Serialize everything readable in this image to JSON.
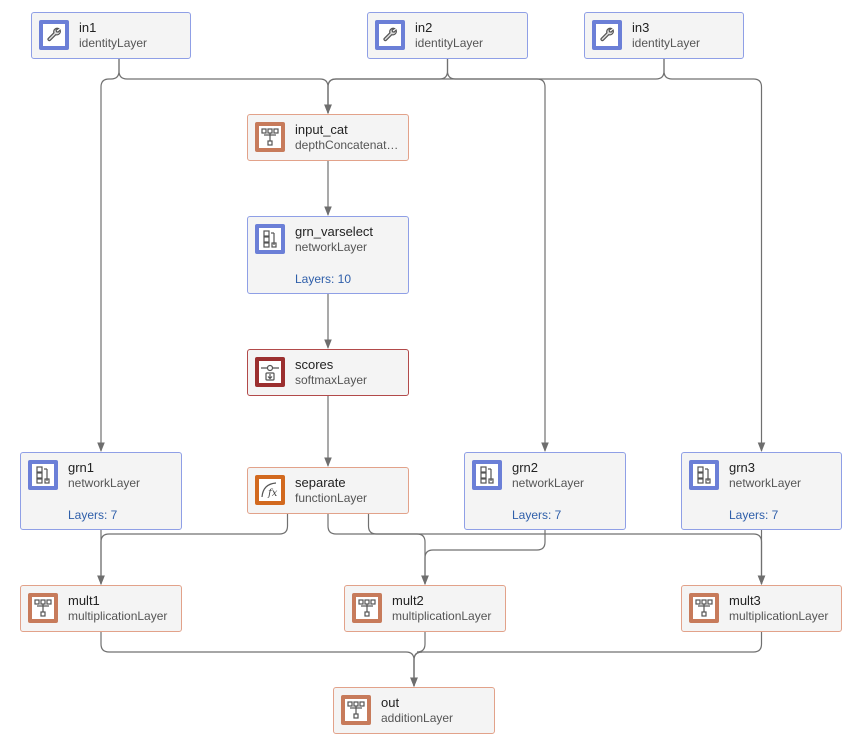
{
  "nodes": [
    {
      "id": "in1",
      "name": "in1",
      "type": "identityLayer",
      "icon": "wrench-icon",
      "color": "#6b7fd7"
    },
    {
      "id": "in2",
      "name": "in2",
      "type": "identityLayer",
      "icon": "wrench-icon",
      "color": "#6b7fd7"
    },
    {
      "id": "in3",
      "name": "in3",
      "type": "identityLayer",
      "icon": "wrench-icon",
      "color": "#6b7fd7"
    },
    {
      "id": "input_cat",
      "name": "input_cat",
      "type": "depthConcatenationLayer",
      "icon": "concat-icon",
      "color": "#c77b5b"
    },
    {
      "id": "grn_varselect",
      "name": "grn_varselect",
      "type": "networkLayer",
      "layers": "Layers: 10",
      "icon": "network-icon",
      "color": "#6b7fd7"
    },
    {
      "id": "scores",
      "name": "scores",
      "type": "softmaxLayer",
      "icon": "softmax-icon",
      "color": "#9b2f2f"
    },
    {
      "id": "grn1",
      "name": "grn1",
      "type": "networkLayer",
      "layers": "Layers: 7",
      "icon": "network-icon",
      "color": "#6b7fd7"
    },
    {
      "id": "separate",
      "name": "separate",
      "type": "functionLayer",
      "icon": "function-icon",
      "color": "#d2691e"
    },
    {
      "id": "grn2",
      "name": "grn2",
      "type": "networkLayer",
      "layers": "Layers: 7",
      "icon": "network-icon",
      "color": "#6b7fd7"
    },
    {
      "id": "grn3",
      "name": "grn3",
      "type": "networkLayer",
      "layers": "Layers: 7",
      "icon": "network-icon",
      "color": "#6b7fd7"
    },
    {
      "id": "mult1",
      "name": "mult1",
      "type": "multiplicationLayer",
      "icon": "merge-icon",
      "color": "#c77b5b"
    },
    {
      "id": "mult2",
      "name": "mult2",
      "type": "multiplicationLayer",
      "icon": "merge-icon",
      "color": "#c77b5b"
    },
    {
      "id": "mult3",
      "name": "mult3",
      "type": "multiplicationLayer",
      "icon": "merge-icon",
      "color": "#c77b5b"
    },
    {
      "id": "out",
      "name": "out",
      "type": "additionLayer",
      "icon": "merge-icon",
      "color": "#c77b5b"
    }
  ],
  "edges": [
    [
      "in1",
      "input_cat"
    ],
    [
      "in2",
      "input_cat"
    ],
    [
      "in3",
      "input_cat"
    ],
    [
      "in1",
      "grn1"
    ],
    [
      "in2",
      "grn2"
    ],
    [
      "in3",
      "grn3"
    ],
    [
      "input_cat",
      "grn_varselect"
    ],
    [
      "grn_varselect",
      "scores"
    ],
    [
      "scores",
      "separate"
    ],
    [
      "grn1",
      "mult1"
    ],
    [
      "separate",
      "mult1"
    ],
    [
      "grn2",
      "mult2"
    ],
    [
      "separate",
      "mult2"
    ],
    [
      "grn3",
      "mult3"
    ],
    [
      "separate",
      "mult3"
    ],
    [
      "mult1",
      "out"
    ],
    [
      "mult2",
      "out"
    ],
    [
      "mult3",
      "out"
    ]
  ]
}
